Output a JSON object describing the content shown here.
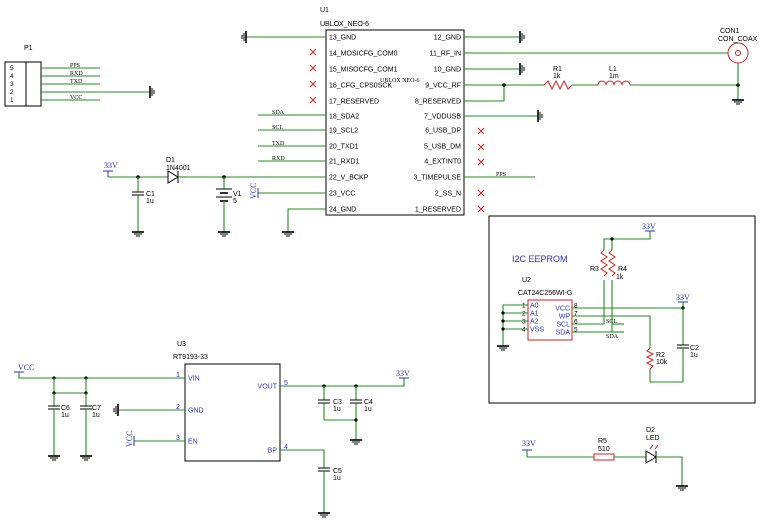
{
  "u1": {
    "ref": "U1",
    "value": "UBLOX_NEO-6",
    "inner_label": "UBLOX NEO-6",
    "left_pins": [
      "13_GND",
      "14_MOSICFG_COM0",
      "15_MISOCFG_COM1",
      "16_CFG_CPS0SCK",
      "17_RESERVED",
      "18_SDA2",
      "19_SCL2",
      "20_TXD1",
      "21_RXD1",
      "22_V_BCKP",
      "23_VCC",
      "24_GND"
    ],
    "right_pins": [
      "12_GND",
      "11_RF_IN",
      "10_GND",
      "9_VCC_RF",
      "8_RESERVED",
      "7_VDDUSB",
      "6_USB_DP",
      "5_USB_DM",
      "4_EXTINT0",
      "3_TIMEPULSE",
      "2_SS_N",
      "1_RESERVED"
    ]
  },
  "p1": {
    "ref": "P1",
    "pins": [
      "5",
      "4",
      "3",
      "2",
      "1"
    ],
    "nets": [
      "PPS",
      "RXD",
      "TXD",
      "VCC"
    ]
  },
  "u1_nets": {
    "sda": "SDA",
    "scl": "SCL",
    "txd": "TXD",
    "rxd": "RXD",
    "pps": "PPS",
    "vcc": "VCC"
  },
  "con1": {
    "ref": "CON1",
    "value": "CON_COAX"
  },
  "r1": {
    "ref": "R1",
    "value": "1k"
  },
  "l1": {
    "ref": "L1",
    "value": "1m"
  },
  "d1": {
    "ref": "D1",
    "value": "1N4001"
  },
  "c1": {
    "ref": "C1",
    "value": "1u"
  },
  "v1": {
    "ref": "V1",
    "value": "5"
  },
  "power_33v": "33V",
  "power_vcc": "VCC",
  "eeprom": {
    "title": "I2C EEPROM",
    "ref": "U2",
    "value": "CAT24C256WI-G",
    "left_pins": [
      "A0",
      "A1",
      "A2",
      "VSS"
    ],
    "left_nums": [
      "1",
      "2",
      "3",
      "4"
    ],
    "right_pins": [
      "VCC",
      "WP",
      "SCL",
      "SDA"
    ],
    "right_nums": [
      "8",
      "7",
      "6",
      "5"
    ],
    "net_scl": "SCL",
    "net_sda": "SDA",
    "r3": "R3",
    "r4": "R4",
    "r_value": "1k",
    "r2": "R2",
    "r2_value": "10k",
    "c2": "C2",
    "c2_value": "1u"
  },
  "u3": {
    "ref": "U3",
    "value": "RT9193-33",
    "pins_left": [
      "VIN",
      "GND",
      "EN"
    ],
    "nums_left": [
      "1",
      "2",
      "3"
    ],
    "pins_right": [
      "VOUT",
      "BP"
    ],
    "nums_right": [
      "5",
      "4"
    ]
  },
  "caps": {
    "c6": "C6",
    "c7": "C7",
    "c3": "C3",
    "c4": "C4",
    "c5": "C5",
    "value": "1u"
  },
  "led": {
    "r5": "R5",
    "r5_value": "510",
    "d2": "D2",
    "d2_value": "LED"
  }
}
